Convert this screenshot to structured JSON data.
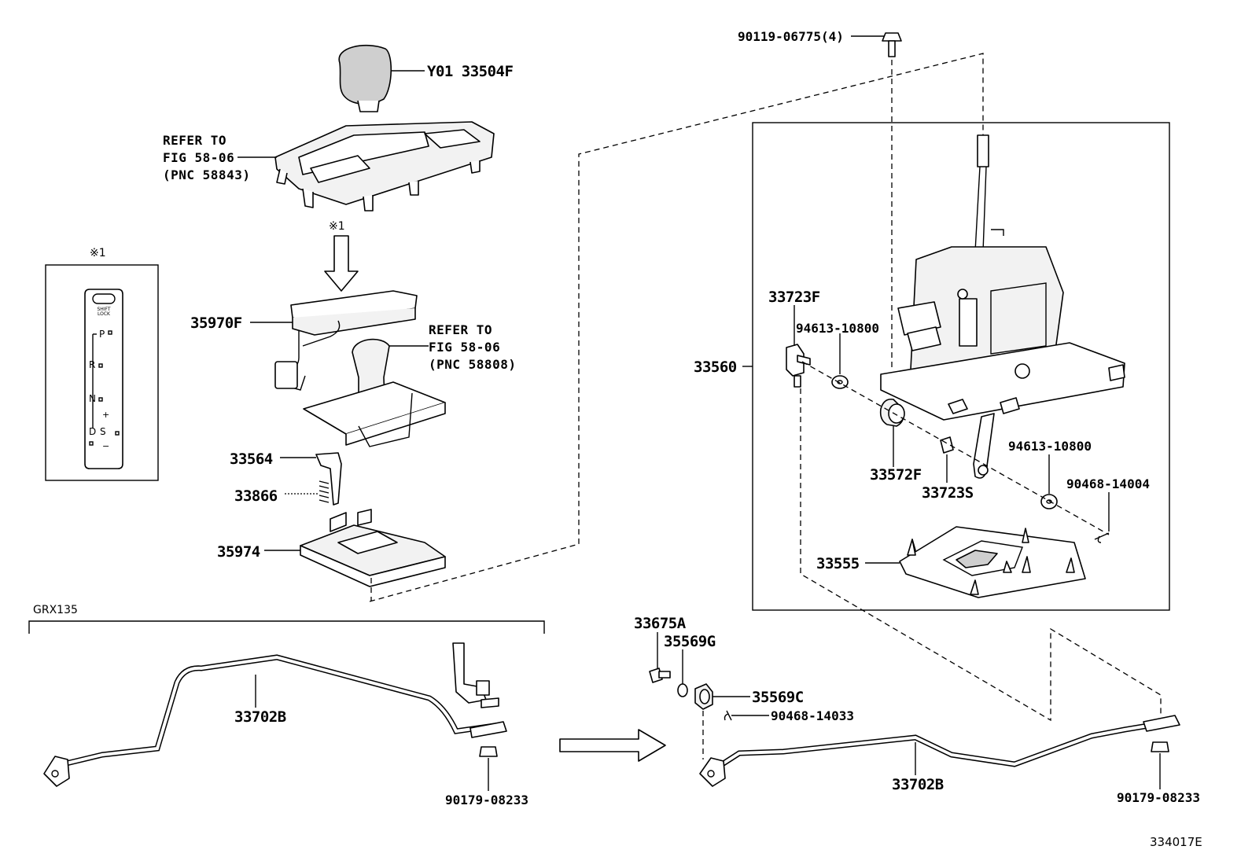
{
  "labels": {
    "knob": "Y01 33504F",
    "bolt_top": "90119-06775(4)",
    "refer1": [
      "REFER TO",
      "FIG 58-06",
      "(PNC 58843)"
    ],
    "note_mark": "※1",
    "note_panel_mark": "※1",
    "indicator": "35970F",
    "refer2": [
      "REFER TO",
      "FIG 58-06",
      "(PNC 58808)"
    ],
    "p33564": "33564",
    "p33866": "33866",
    "p35974": "35974",
    "p33723F": "33723F",
    "washer1": "94613-10800",
    "p33560": "33560",
    "p33572F": "33572F",
    "p33723S": "33723S",
    "washer2": "94613-10800",
    "pin1": "90468-14004",
    "p33555": "33555",
    "grx": "GRX135",
    "p33675A": "33675A",
    "p35569G": "35569G",
    "p35569C": "35569C",
    "pin2": "90468-14033",
    "cable_left": "33702B",
    "nut_left": "90179-08233",
    "cable_right": "33702B",
    "nut_right": "90179-08233",
    "figure_id": "334017E"
  },
  "shift_panel": {
    "lock_label": [
      "SHIFT",
      "LOCK"
    ],
    "positions": [
      "P",
      "R",
      "N",
      "D",
      "S"
    ],
    "plus": "+",
    "minus": "−"
  }
}
